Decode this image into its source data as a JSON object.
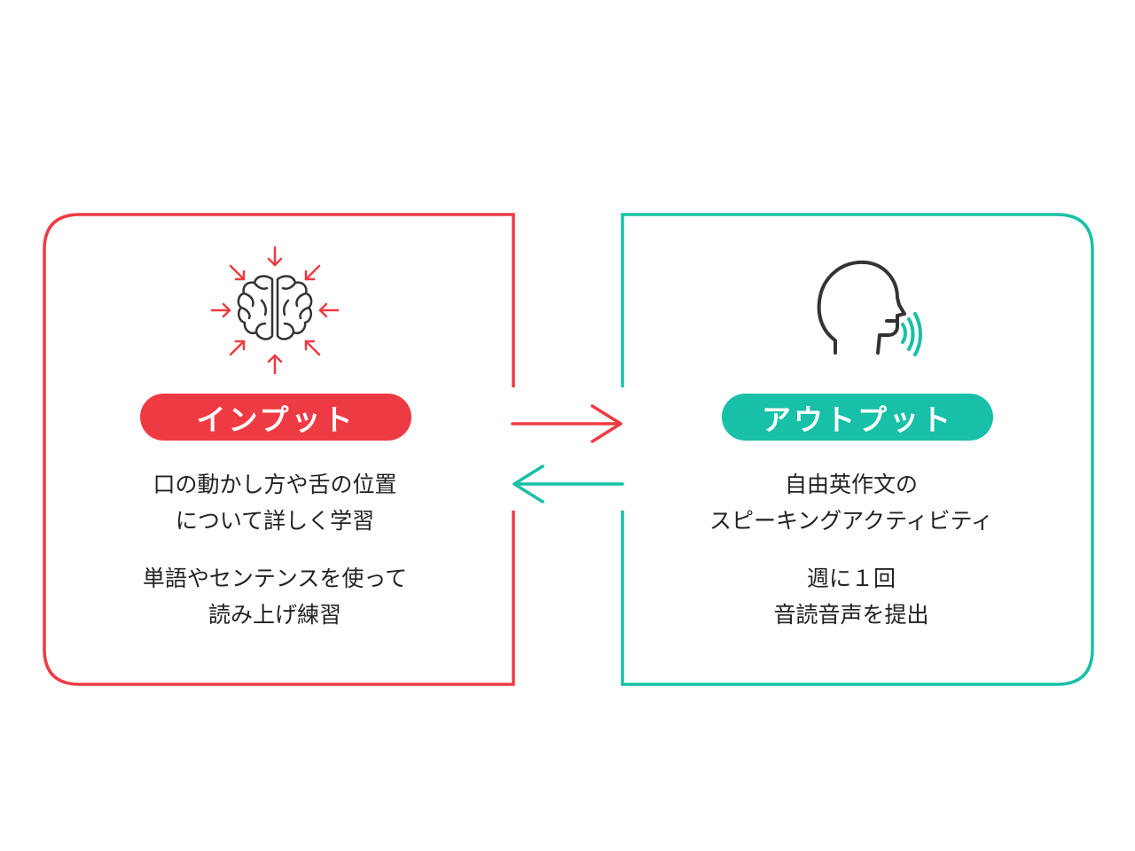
{
  "colors": {
    "input_accent": "#ee3b43",
    "output_accent": "#17c0a6",
    "text": "#222222",
    "icon_stroke": "#333333"
  },
  "input_panel": {
    "icon": "brain-icon",
    "title": "インプット",
    "items": [
      {
        "lines": [
          "口の動かし方や舌の位置",
          "について詳しく学習"
        ]
      },
      {
        "lines": [
          "単語やセンテンスを使って",
          "読み上げ練習"
        ]
      }
    ]
  },
  "output_panel": {
    "icon": "speaking-head-icon",
    "title": "アウトプット",
    "items": [
      {
        "lines": [
          "自由英作文の",
          "スピーキングアクティビティ"
        ]
      },
      {
        "lines": [
          "週に１回",
          "音読音声を提出"
        ]
      }
    ]
  },
  "arrows": [
    {
      "direction": "right",
      "color": "#ee3b43"
    },
    {
      "direction": "left",
      "color": "#17c0a6"
    }
  ]
}
